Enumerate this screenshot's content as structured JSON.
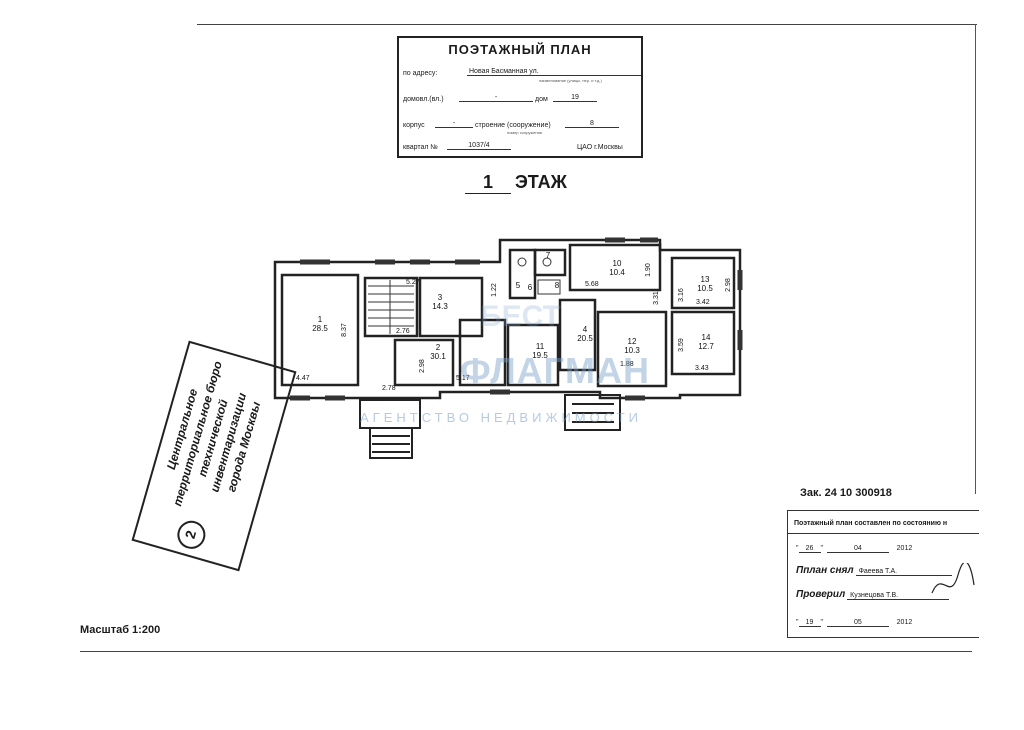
{
  "title_block": {
    "title": "ПОЭТАЖНЫЙ ПЛАН",
    "address_label": "по адресу:",
    "address_value": "Новая Басманная ул.",
    "address_sub": "наименование (улицы, пер. и т.д.)",
    "domovl_label": "домовл.(вл.)",
    "domovl_value": "-",
    "dom_label": "дом",
    "dom_value": "19",
    "korpus_label": "корпус",
    "korpus_value": "-",
    "stroenie_label": "строение (сооружение)",
    "stroenie_value": "8",
    "stroenie_sub": "номер сооружения",
    "kvartal_label": "квартал №",
    "kvartal_value": "1037/4",
    "district": "ЦАО г.Москвы"
  },
  "floor": {
    "number": "1",
    "label": "ЭТАЖ"
  },
  "rooms": [
    {
      "id": "1",
      "area": "28.5"
    },
    {
      "id": "2",
      "area": "30.1"
    },
    {
      "id": "3",
      "area": "14.3"
    },
    {
      "id": "4",
      "area": "20.5"
    },
    {
      "id": "5",
      "area": ""
    },
    {
      "id": "6",
      "area": ""
    },
    {
      "id": "7",
      "area": ""
    },
    {
      "id": "8",
      "area": ""
    },
    {
      "id": "10",
      "area": "10.4"
    },
    {
      "id": "11",
      "area": "19.5"
    },
    {
      "id": "12",
      "area": "10.3"
    },
    {
      "id": "13",
      "area": "10.5"
    },
    {
      "id": "14",
      "area": "12.7"
    }
  ],
  "dimensions": [
    "8.37",
    "4.47",
    "2.78",
    "2.76",
    "5.27",
    "1.22",
    "5.17",
    "2.98",
    "5.68",
    "1.90",
    "3.16",
    "2.98",
    "3.42",
    "3.59",
    "3.43",
    "1.88",
    "3.31"
  ],
  "stamp": {
    "number": "2",
    "lines": [
      "Центральное",
      "территориальное бюро",
      "технической инвентаризации",
      "города Москвы"
    ]
  },
  "watermark": {
    "top": "БЕСТ",
    "main": "ФЛАГМАН",
    "sub": "АГЕНТСТВО НЕДВИЖИМОСТИ"
  },
  "order": "Зак. 24 10 300918",
  "scale": "Масштаб 1:200",
  "certification": {
    "header": "Поэтажный план составлен по состоянию н",
    "date1_day": "26",
    "date1_month": "04",
    "date1_year": "2012",
    "plan_by_label": "Пплан снял",
    "plan_by_name": "Фаеева Т.А.",
    "checked_label": "Проверил",
    "checked_name": "Кузнецова Т.В.",
    "date2_day": "19",
    "date2_month": "05",
    "date2_year": "2012"
  }
}
